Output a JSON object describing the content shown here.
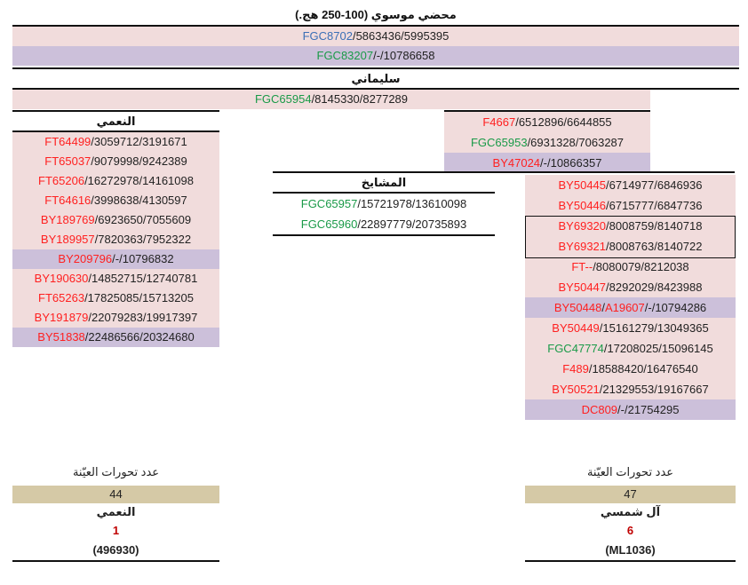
{
  "colors": {
    "pink": "#f1dcdc",
    "purple": "#ccc0da",
    "count_bg": "#d5c9a6",
    "red": "#ff2020",
    "green": "#1a9a48",
    "blue": "#3b6fb6"
  },
  "title": "محضي موسوي (100-250 هج.)",
  "top_rows": [
    {
      "bg": "pink",
      "parts": [
        {
          "t": "FGC8702",
          "c": "blue"
        },
        {
          "t": "/5863436/5995395",
          "c": "black"
        }
      ]
    },
    {
      "bg": "purple",
      "parts": [
        {
          "t": "FGC83207",
          "c": "green"
        },
        {
          "t": "/-/10786658",
          "c": "black"
        }
      ]
    }
  ],
  "sulaimani": {
    "header": "سليماني",
    "row": {
      "bg": "pink",
      "parts": [
        {
          "t": "FGC65954",
          "c": "green"
        },
        {
          "t": "/8145330/8277289",
          "c": "black"
        }
      ]
    }
  },
  "naimi": {
    "header": "النعمي",
    "rows": [
      {
        "bg": "pink",
        "parts": [
          {
            "t": "FT64499",
            "c": "red"
          },
          {
            "t": "/3059712/3191671",
            "c": "black"
          }
        ]
      },
      {
        "bg": "pink",
        "parts": [
          {
            "t": "FT65037",
            "c": "red"
          },
          {
            "t": "/9079998/9242389",
            "c": "black"
          }
        ]
      },
      {
        "bg": "pink",
        "parts": [
          {
            "t": "FT65206",
            "c": "red"
          },
          {
            "t": "/16272978/14161098",
            "c": "black"
          }
        ]
      },
      {
        "bg": "pink",
        "parts": [
          {
            "t": "FT64616",
            "c": "red"
          },
          {
            "t": "/3998638/4130597",
            "c": "black"
          }
        ]
      },
      {
        "bg": "pink",
        "parts": [
          {
            "t": "BY189769",
            "c": "red"
          },
          {
            "t": "/6923650/7055609",
            "c": "black"
          }
        ]
      },
      {
        "bg": "pink",
        "parts": [
          {
            "t": "BY189957",
            "c": "red"
          },
          {
            "t": "/7820363/7952322",
            "c": "black"
          }
        ]
      },
      {
        "bg": "purple",
        "parts": [
          {
            "t": "BY209796",
            "c": "red"
          },
          {
            "t": "/-/10796832",
            "c": "black"
          }
        ]
      },
      {
        "bg": "pink",
        "parts": [
          {
            "t": "BY190630",
            "c": "red"
          },
          {
            "t": "/14852715/12740781",
            "c": "black"
          }
        ]
      },
      {
        "bg": "pink",
        "parts": [
          {
            "t": "FT65263",
            "c": "red"
          },
          {
            "t": "/17825085/15713205",
            "c": "black"
          }
        ]
      },
      {
        "bg": "pink",
        "parts": [
          {
            "t": "BY191879",
            "c": "red"
          },
          {
            "t": "/22079283/19917397",
            "c": "black"
          }
        ]
      },
      {
        "bg": "purple",
        "parts": [
          {
            "t": "BY51838",
            "c": "red"
          },
          {
            "t": "/22486566/20324680",
            "c": "black"
          }
        ]
      }
    ]
  },
  "right_upper": {
    "rows": [
      {
        "bg": "pink",
        "parts": [
          {
            "t": "F4667",
            "c": "red"
          },
          {
            "t": "/6512896/6644855",
            "c": "black"
          }
        ]
      },
      {
        "bg": "pink",
        "parts": [
          {
            "t": "FGC65953",
            "c": "green"
          },
          {
            "t": "/6931328/7063287",
            "c": "black"
          }
        ]
      },
      {
        "bg": "purple",
        "parts": [
          {
            "t": "BY47024",
            "c": "red"
          },
          {
            "t": "/-/10866357",
            "c": "black"
          }
        ]
      }
    ]
  },
  "mashayekh": {
    "header": "المشايخ",
    "rows": [
      {
        "bg": "white",
        "parts": [
          {
            "t": "FGC65957",
            "c": "green"
          },
          {
            "t": "/15721978/13610098",
            "c": "black"
          }
        ]
      },
      {
        "bg": "white",
        "parts": [
          {
            "t": "FGC65960",
            "c": "green"
          },
          {
            "t": "/22897779/20735893",
            "c": "black"
          }
        ]
      }
    ]
  },
  "right_lower": {
    "rows": [
      {
        "bg": "pink",
        "parts": [
          {
            "t": "BY50445",
            "c": "red"
          },
          {
            "t": "/6714977/6846936",
            "c": "black"
          }
        ]
      },
      {
        "bg": "pink",
        "parts": [
          {
            "t": "BY50446",
            "c": "red"
          },
          {
            "t": "/6715777/6847736",
            "c": "black"
          }
        ]
      },
      {
        "bg": "pink",
        "parts": [
          {
            "t": "BY69320",
            "c": "red"
          },
          {
            "t": "/8008759/8140718",
            "c": "black"
          }
        ]
      },
      {
        "bg": "pink",
        "parts": [
          {
            "t": "BY69321",
            "c": "red"
          },
          {
            "t": "/8008763/8140722",
            "c": "black"
          }
        ]
      },
      {
        "bg": "pink",
        "parts": [
          {
            "t": "FT--",
            "c": "red"
          },
          {
            "t": "/8080079/8212038",
            "c": "black"
          }
        ]
      },
      {
        "bg": "pink",
        "parts": [
          {
            "t": "BY50447",
            "c": "red"
          },
          {
            "t": "/8292029/8423988",
            "c": "black"
          }
        ]
      },
      {
        "bg": "purple",
        "parts": [
          {
            "t": "BY50448",
            "c": "red"
          },
          {
            "t": "/",
            "c": "black"
          },
          {
            "t": "A19607",
            "c": "red"
          },
          {
            "t": "/-/10794286",
            "c": "black"
          }
        ]
      },
      {
        "bg": "pink",
        "parts": [
          {
            "t": "BY50449",
            "c": "red"
          },
          {
            "t": "/15161279/13049365",
            "c": "black"
          }
        ]
      },
      {
        "bg": "pink",
        "parts": [
          {
            "t": "FGC47774",
            "c": "green"
          },
          {
            "t": "/17208025/15096145",
            "c": "black"
          }
        ]
      },
      {
        "bg": "pink",
        "parts": [
          {
            "t": "F489",
            "c": "red"
          },
          {
            "t": "/18588420/16476540",
            "c": "black"
          }
        ]
      },
      {
        "bg": "pink",
        "parts": [
          {
            "t": "BY50521",
            "c": "red"
          },
          {
            "t": "/21329553/19167667",
            "c": "black"
          }
        ]
      },
      {
        "bg": "purple",
        "parts": [
          {
            "t": "DC809",
            "c": "red"
          },
          {
            "t": "/-/21754295",
            "c": "black"
          }
        ]
      }
    ]
  },
  "stats_left": {
    "label": "عدد تحورات العيّنة",
    "count": "44",
    "name": "النعمي",
    "number": "1",
    "code": "(496930)"
  },
  "stats_right": {
    "label": "عدد تحورات العيّنة",
    "count": "47",
    "name": "آل شمسي",
    "number": "6",
    "code": "(ML1036)"
  }
}
